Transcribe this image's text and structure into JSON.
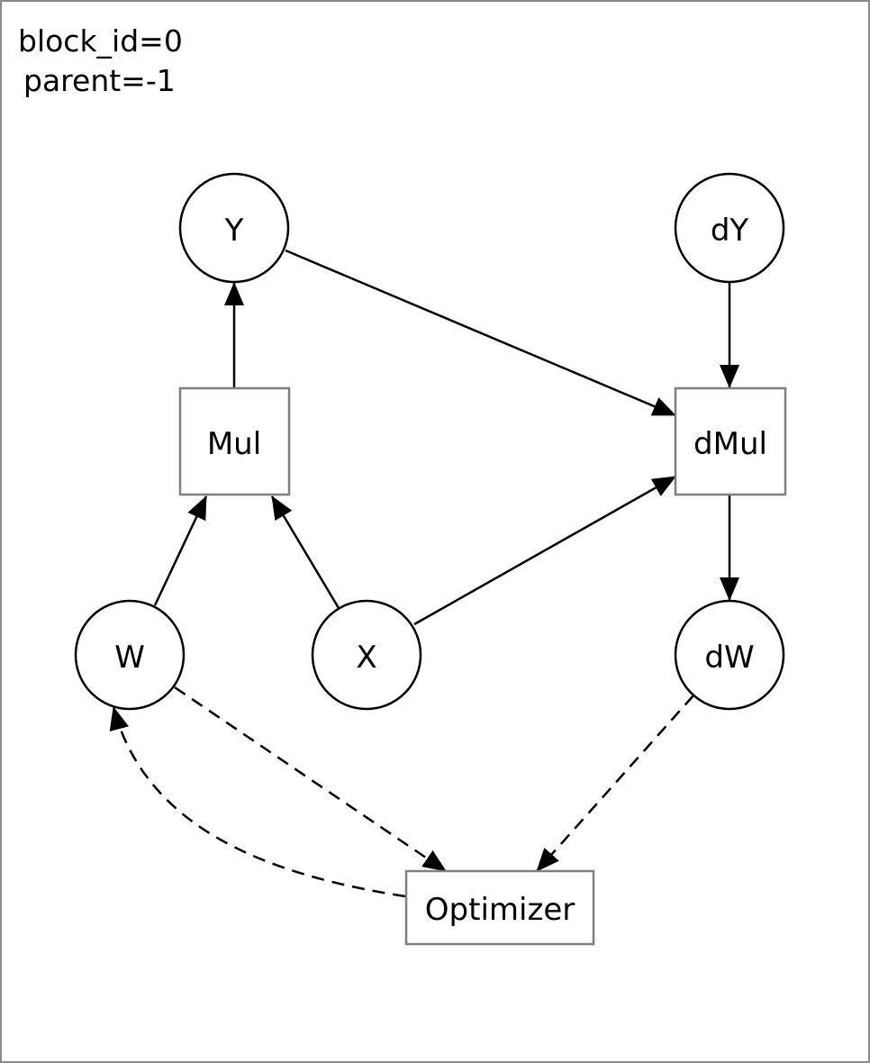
{
  "block": {
    "id_label": "block_id=0",
    "parent_label": "parent=-1"
  },
  "nodes": {
    "Y": {
      "label": "Y",
      "shape": "variable"
    },
    "dY": {
      "label": "dY",
      "shape": "variable"
    },
    "Mul": {
      "label": "Mul",
      "shape": "operator"
    },
    "dMul": {
      "label": "dMul",
      "shape": "operator"
    },
    "W": {
      "label": "W",
      "shape": "variable"
    },
    "X": {
      "label": "X",
      "shape": "variable"
    },
    "dW": {
      "label": "dW",
      "shape": "variable"
    },
    "Optimizer": {
      "label": "Optimizer",
      "shape": "operator"
    }
  },
  "edges": [
    {
      "from": "Mul",
      "to": "Y",
      "style": "solid"
    },
    {
      "from": "W",
      "to": "Mul",
      "style": "solid"
    },
    {
      "from": "X",
      "to": "Mul",
      "style": "solid"
    },
    {
      "from": "Y",
      "to": "dMul",
      "style": "solid"
    },
    {
      "from": "X",
      "to": "dMul",
      "style": "solid"
    },
    {
      "from": "dY",
      "to": "dMul",
      "style": "solid"
    },
    {
      "from": "dMul",
      "to": "dW",
      "style": "solid"
    },
    {
      "from": "W",
      "to": "Optimizer",
      "style": "dashed"
    },
    {
      "from": "dW",
      "to": "Optimizer",
      "style": "dashed"
    },
    {
      "from": "Optimizer",
      "to": "W",
      "style": "dashed"
    }
  ],
  "colors": {
    "node_stroke": "#000000",
    "operator_stroke": "#7f7f7f",
    "edge": "#000000",
    "frame": "#8a8a8a"
  }
}
